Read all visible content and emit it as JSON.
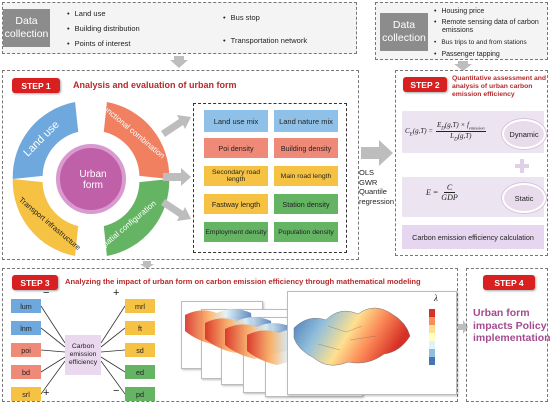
{
  "top_left": {
    "label": "Data collection",
    "items_col1": [
      "Land use",
      "Building distribution",
      "Points of interest"
    ],
    "items_col2": [
      "Bus stop",
      "Transportation network"
    ]
  },
  "top_right": {
    "label": "Data collection",
    "items": [
      "Housing price",
      "Remote sensing data of carbon emissions",
      "Bus trips to and from stations",
      "Passenger tapping"
    ]
  },
  "step1": {
    "badge": "STEP 1",
    "title": "Analysis and evaluation of urban form",
    "center": "Urban form",
    "quadrants": [
      "Land use",
      "Functional combination",
      "Transport infrastructure",
      "Spatial configuration"
    ],
    "indicators": [
      [
        "Land use mix",
        "Land nature mix"
      ],
      [
        "Poi density",
        "Building density"
      ],
      [
        "Secondary road length",
        "Main road length"
      ],
      [
        "Fastway length",
        "Station density"
      ],
      [
        "Employment density",
        "Population density"
      ]
    ],
    "methods": "OLS GWR Quantile regression"
  },
  "step2": {
    "badge": "STEP 2",
    "title": "Quantitative assessment and analysis of urban carbon emission efficiency",
    "eq1_lhs": "C",
    "eq1_lhs_sub": "E",
    "eq1_args": "(g,T) =",
    "eq1_num": "E",
    "eq1_num_sub": "D",
    "eq1_num_args": "(g,T) × f",
    "eq1_num_sub2": "emission",
    "eq1_den": "L",
    "eq1_den_sub": "D",
    "eq1_den_args": "(g,T)",
    "eq2_lhs": "E =",
    "eq2_num": "C",
    "eq2_den": "GDP",
    "dynamic": "Dynamic",
    "static": "Static",
    "calc": "Carbon emission efficiency calculation"
  },
  "step3": {
    "badge": "STEP 3",
    "title": "Analyzing the impact of urban form on carbon emission efficiency through mathematical modeling",
    "left_vars": [
      "lum",
      "lnm",
      "poi",
      "bd",
      "srl"
    ],
    "right_vars": [
      "mrl",
      "ft",
      "sd",
      "ed",
      "pd"
    ],
    "center": "Carbon emission efficiency",
    "minus": "−",
    "plus": "+",
    "legend_symbol": "λ"
  },
  "step4": {
    "badge": "STEP 4",
    "text": "Urban form impacts Policy implementation"
  },
  "colors": {
    "step_red": "#d92020",
    "blue": "#6fa8dc",
    "orange": "#f08060",
    "yellow": "#f6c244",
    "green": "#64b464",
    "pink": "#ef9a9a",
    "lavender": "#e6d6ef"
  }
}
